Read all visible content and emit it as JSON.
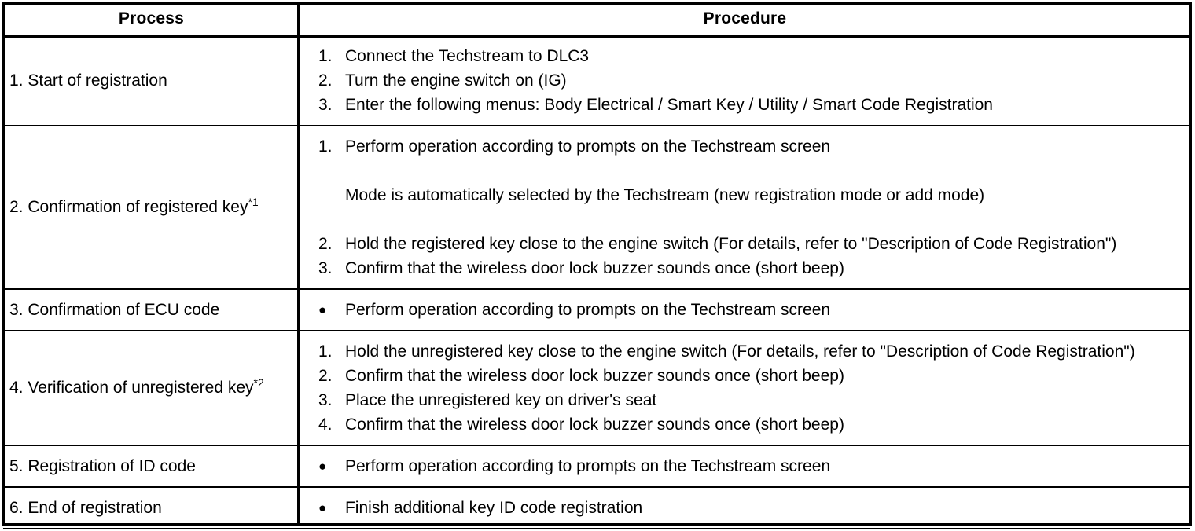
{
  "table": {
    "headers": {
      "process": "Process",
      "procedure": "Procedure"
    },
    "rows": [
      {
        "process_label": "1. Start of registration",
        "process_sup": "",
        "items": [
          {
            "marker": "1.",
            "type": "number",
            "text": "Connect the Techstream to DLC3"
          },
          {
            "marker": "2.",
            "type": "number",
            "text": "Turn the engine switch on (IG)"
          },
          {
            "marker": "3.",
            "type": "number",
            "text": "Enter the following menus: Body Electrical / Smart Key / Utility / Smart Code Registration"
          }
        ]
      },
      {
        "process_label": "2. Confirmation of registered key",
        "process_sup": "*1",
        "items": [
          {
            "marker": "1.",
            "type": "number",
            "text": "Perform operation according to prompts on the Techstream screen"
          },
          {
            "marker": "",
            "type": "note",
            "text": "Mode is automatically selected by the Techstream (new registration mode or add mode)"
          },
          {
            "marker": "2.",
            "type": "number",
            "text": "Hold the registered key close to the engine switch (For details, refer to \"Description of Code Registration\")"
          },
          {
            "marker": "3.",
            "type": "number",
            "text": "Confirm that the wireless door lock buzzer sounds once (short beep)"
          }
        ]
      },
      {
        "process_label": "3. Confirmation of ECU code",
        "process_sup": "",
        "items": [
          {
            "marker": "●",
            "type": "bullet",
            "text": "Perform operation according to prompts on the Techstream screen"
          }
        ]
      },
      {
        "process_label": "4. Verification of unregistered key",
        "process_sup": "*2",
        "items": [
          {
            "marker": "1.",
            "type": "number",
            "text": "Hold the unregistered key close to the engine switch (For details, refer to \"Description of Code Registration\")"
          },
          {
            "marker": "2.",
            "type": "number",
            "text": "Confirm that the wireless door lock buzzer sounds once (short beep)"
          },
          {
            "marker": "3.",
            "type": "number",
            "text": "Place the unregistered key on driver's seat"
          },
          {
            "marker": "4.",
            "type": "number",
            "text": "Confirm that the wireless door lock buzzer sounds once (short beep)"
          }
        ]
      },
      {
        "process_label": "5. Registration of ID code",
        "process_sup": "",
        "items": [
          {
            "marker": "●",
            "type": "bullet",
            "text": "Perform operation according to prompts on the Techstream screen"
          }
        ]
      },
      {
        "process_label": "6. End of registration",
        "process_sup": "",
        "items": [
          {
            "marker": "●",
            "type": "bullet",
            "text": "Finish additional key ID code registration"
          }
        ]
      }
    ]
  },
  "style": {
    "ink": "#000000",
    "paper": "#ffffff"
  }
}
